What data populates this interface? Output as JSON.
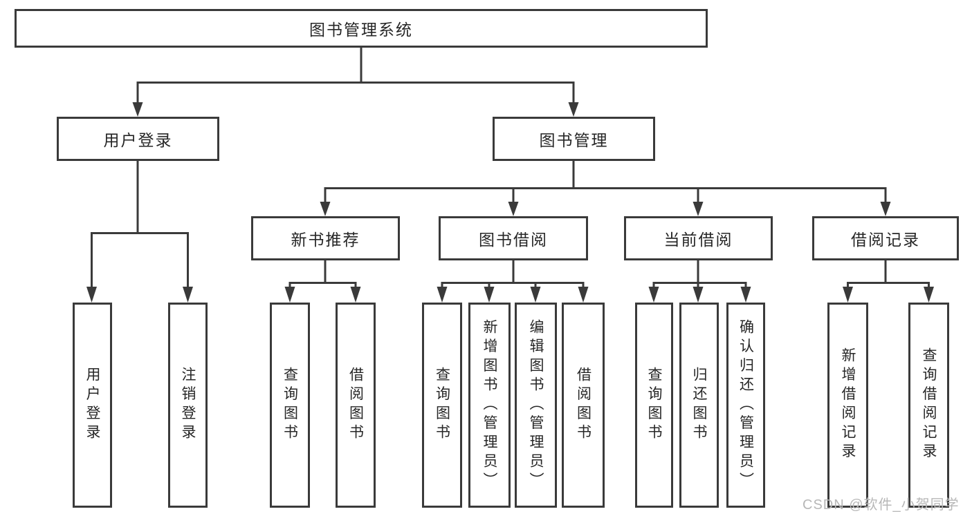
{
  "diagram": {
    "title": "图书管理系统",
    "nodes": {
      "root": {
        "label": "图书管理系统"
      },
      "userLogin": {
        "label": "用户登录"
      },
      "bookManagement": {
        "label": "图书管理"
      },
      "newBookRecommend": {
        "label": "新书推荐"
      },
      "bookBorrow": {
        "label": "图书借阅"
      },
      "currentBorrow": {
        "label": "当前借阅"
      },
      "borrowRecords": {
        "label": "借阅记录"
      },
      "userLoginLeaf": {
        "label": "用户登录"
      },
      "logoutLeaf": {
        "label": "注销登录"
      },
      "recQueryBooks": {
        "label": "查询图书"
      },
      "recBorrowBooks": {
        "label": "借阅图书"
      },
      "borQueryBooks": {
        "label": "查询图书"
      },
      "borAddBooks": {
        "label": "新增图书（管理员）"
      },
      "borEditBooks": {
        "label": "编辑图书（管理员）"
      },
      "borBorrowBooks": {
        "label": "借阅图书"
      },
      "curQueryBooks": {
        "label": "查询图书"
      },
      "curReturnBooks": {
        "label": "归还图书"
      },
      "curConfirmReturn": {
        "label": "确认归还（管理员）"
      },
      "recAddBorrowRecord": {
        "label": "新增借阅记录"
      },
      "recQueryBorrowRecord": {
        "label": "查询借阅记录"
      }
    },
    "edges": [
      [
        "root",
        "userLogin"
      ],
      [
        "root",
        "bookManagement"
      ],
      [
        "userLogin",
        "userLoginLeaf"
      ],
      [
        "userLogin",
        "logoutLeaf"
      ],
      [
        "bookManagement",
        "newBookRecommend"
      ],
      [
        "bookManagement",
        "bookBorrow"
      ],
      [
        "bookManagement",
        "currentBorrow"
      ],
      [
        "bookManagement",
        "borrowRecords"
      ],
      [
        "newBookRecommend",
        "recQueryBooks"
      ],
      [
        "newBookRecommend",
        "recBorrowBooks"
      ],
      [
        "bookBorrow",
        "borQueryBooks"
      ],
      [
        "bookBorrow",
        "borAddBooks"
      ],
      [
        "bookBorrow",
        "borEditBooks"
      ],
      [
        "bookBorrow",
        "borBorrowBooks"
      ],
      [
        "currentBorrow",
        "curQueryBooks"
      ],
      [
        "currentBorrow",
        "curReturnBooks"
      ],
      [
        "currentBorrow",
        "curConfirmReturn"
      ],
      [
        "borrowRecords",
        "recAddBorrowRecord"
      ],
      [
        "borrowRecords",
        "recQueryBorrowRecord"
      ]
    ]
  },
  "watermark": {
    "text": "CSDN @软件_小贺同学"
  },
  "colors": {
    "box_border": "#3a3a3a",
    "connector": "#3a3a3a",
    "text": "#262626",
    "watermark": "#b7b7b7",
    "background": "#ffffff"
  }
}
